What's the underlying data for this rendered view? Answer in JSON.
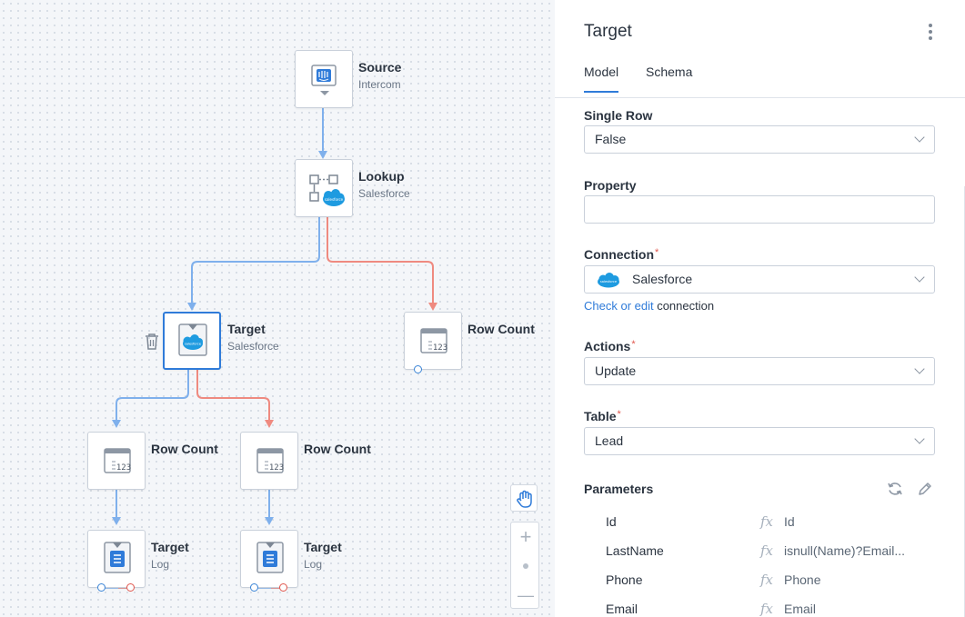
{
  "canvas": {
    "nodes": [
      {
        "id": "source",
        "title": "Source",
        "subtitle": "Intercom"
      },
      {
        "id": "lookup",
        "title": "Lookup",
        "subtitle": "Salesforce"
      },
      {
        "id": "target-sf",
        "title": "Target",
        "subtitle": "Salesforce"
      },
      {
        "id": "rowcount-right",
        "title": "Row Count",
        "subtitle": ""
      },
      {
        "id": "rowcount-1",
        "title": "Row Count",
        "subtitle": ""
      },
      {
        "id": "rowcount-2",
        "title": "Row Count",
        "subtitle": ""
      },
      {
        "id": "target-log-1",
        "title": "Target",
        "subtitle": "Log"
      },
      {
        "id": "target-log-2",
        "title": "Target",
        "subtitle": "Log"
      }
    ],
    "colors": {
      "success_edge": "#7fb0ec",
      "error_edge": "#ef8a80",
      "selected": "#2f7bd9"
    }
  },
  "zoom": {
    "in": "+",
    "out": "—"
  },
  "panel": {
    "title": "Target",
    "tabs": [
      {
        "label": "Model",
        "active": true
      },
      {
        "label": "Schema",
        "active": false
      }
    ],
    "fields": {
      "single_row": {
        "label": "Single Row",
        "value": "False"
      },
      "property": {
        "label": "Property",
        "value": ""
      },
      "connection": {
        "label": "Connection",
        "required": "*",
        "value": "Salesforce"
      },
      "actions": {
        "label": "Actions",
        "required": "*",
        "value": "Update"
      },
      "table": {
        "label": "Table",
        "required": "*",
        "value": "Lead"
      }
    },
    "connection_link": {
      "link_text": "Check or edit",
      "rest": " connection"
    },
    "parameters": {
      "label": "Parameters",
      "fx": "fx",
      "rows": [
        {
          "name": "Id",
          "value": "Id"
        },
        {
          "name": "LastName",
          "value": "isnull(Name)?Email..."
        },
        {
          "name": "Phone",
          "value": "Phone"
        },
        {
          "name": "Email",
          "value": "Email"
        }
      ]
    }
  }
}
